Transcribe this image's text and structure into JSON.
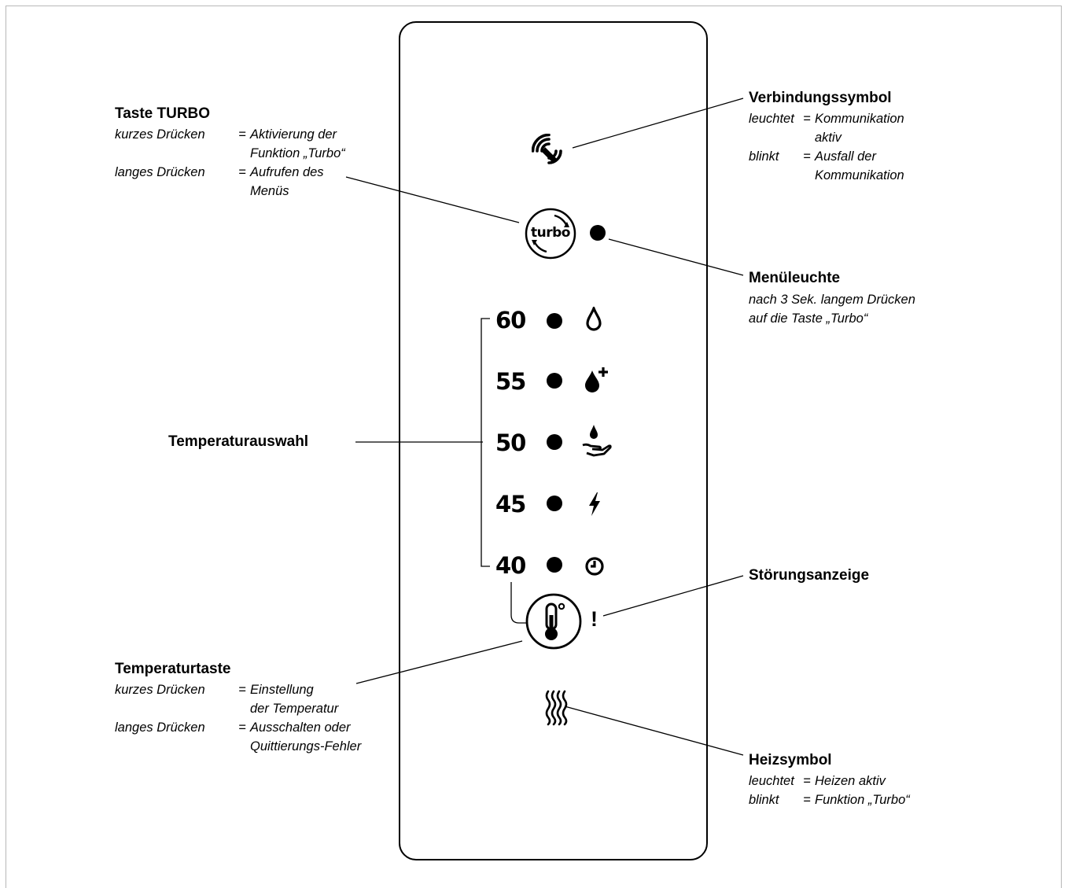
{
  "labels": {
    "turbo_key": {
      "title": "Taste TURBO",
      "short_key": "kurzes Drücken",
      "short_val_1": "Aktivierung der",
      "short_val_2": "Funktion „Turbo“",
      "long_key": "langes Drücken",
      "long_val_1": "Aufrufen des",
      "long_val_2": "Menüs"
    },
    "connection": {
      "title": "Verbindungssymbol",
      "lit_key": "leuchtet",
      "lit_val_1": "Kommunikation",
      "lit_val_2": "aktiv",
      "blink_key": "blinkt",
      "blink_val_1": "Ausfall der",
      "blink_val_2": "Kommunikation"
    },
    "menu_light": {
      "title": "Menüleuchte",
      "line_1": "nach 3 Sek. langem Drücken",
      "line_2": "auf die Taste „Turbo“"
    },
    "temp_select": {
      "title": "Temperaturauswahl"
    },
    "fault": {
      "title": "Störungsanzeige"
    },
    "temp_key": {
      "title": "Temperaturtaste",
      "short_key": "kurzes Drücken",
      "short_val_1": "Einstellung",
      "short_val_2": "der Temperatur",
      "long_key": "langes Drücken",
      "long_val_1": "Ausschalten oder",
      "long_val_2": "Quittierungs-Fehler"
    },
    "heating": {
      "title": "Heizsymbol",
      "lit_key": "leuchtet",
      "lit_val": "Heizen aktiv",
      "blink_key": "blinkt",
      "blink_val": "Funktion „Turbo“"
    },
    "eq": "="
  },
  "panel": {
    "turbo_button_text": "turbo",
    "fault_mark": "!",
    "temperatures": [
      {
        "value": "60",
        "icon": "drop-icon"
      },
      {
        "value": "55",
        "icon": "drop-plus-icon"
      },
      {
        "value": "50",
        "icon": "hand-drop-icon"
      },
      {
        "value": "45",
        "icon": "lightning-icon"
      },
      {
        "value": "40",
        "icon": "clock-icon"
      }
    ]
  }
}
